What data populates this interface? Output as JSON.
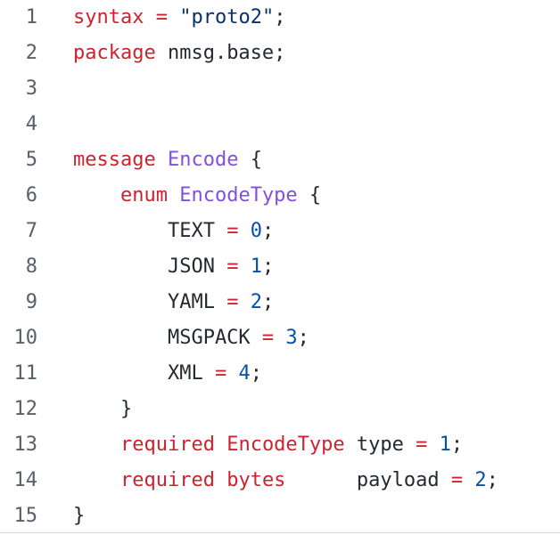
{
  "colors": {
    "background": "#ffffff",
    "line_number": "#57606a",
    "keyword": "#cf222e",
    "type_name": "#8250df",
    "string": "#0a3069",
    "number": "#0550ae",
    "plain": "#24292f"
  },
  "lines": [
    {
      "number": "1",
      "tokens": [
        {
          "text": "syntax",
          "kind": "kw"
        },
        {
          "text": " ",
          "kind": "plain"
        },
        {
          "text": "=",
          "kind": "op"
        },
        {
          "text": " ",
          "kind": "plain"
        },
        {
          "text": "\"proto2\"",
          "kind": "str"
        },
        {
          "text": ";",
          "kind": "plain"
        }
      ]
    },
    {
      "number": "2",
      "tokens": [
        {
          "text": "package",
          "kind": "kw"
        },
        {
          "text": " nmsg.base;",
          "kind": "plain"
        }
      ]
    },
    {
      "number": "3",
      "tokens": []
    },
    {
      "number": "4",
      "tokens": []
    },
    {
      "number": "5",
      "tokens": [
        {
          "text": "message",
          "kind": "kw"
        },
        {
          "text": " ",
          "kind": "plain"
        },
        {
          "text": "Encode",
          "kind": "ty"
        },
        {
          "text": " {",
          "kind": "plain"
        }
      ]
    },
    {
      "number": "6",
      "tokens": [
        {
          "text": "    ",
          "kind": "plain"
        },
        {
          "text": "enum",
          "kind": "kw"
        },
        {
          "text": " ",
          "kind": "plain"
        },
        {
          "text": "EncodeType",
          "kind": "ty"
        },
        {
          "text": " {",
          "kind": "plain"
        }
      ]
    },
    {
      "number": "7",
      "tokens": [
        {
          "text": "        TEXT ",
          "kind": "plain"
        },
        {
          "text": "=",
          "kind": "op"
        },
        {
          "text": " ",
          "kind": "plain"
        },
        {
          "text": "0",
          "kind": "num"
        },
        {
          "text": ";",
          "kind": "plain"
        }
      ]
    },
    {
      "number": "8",
      "tokens": [
        {
          "text": "        JSON ",
          "kind": "plain"
        },
        {
          "text": "=",
          "kind": "op"
        },
        {
          "text": " ",
          "kind": "plain"
        },
        {
          "text": "1",
          "kind": "num"
        },
        {
          "text": ";",
          "kind": "plain"
        }
      ]
    },
    {
      "number": "9",
      "tokens": [
        {
          "text": "        YAML ",
          "kind": "plain"
        },
        {
          "text": "=",
          "kind": "op"
        },
        {
          "text": " ",
          "kind": "plain"
        },
        {
          "text": "2",
          "kind": "num"
        },
        {
          "text": ";",
          "kind": "plain"
        }
      ]
    },
    {
      "number": "10",
      "tokens": [
        {
          "text": "        MSGPACK ",
          "kind": "plain"
        },
        {
          "text": "=",
          "kind": "op"
        },
        {
          "text": " ",
          "kind": "plain"
        },
        {
          "text": "3",
          "kind": "num"
        },
        {
          "text": ";",
          "kind": "plain"
        }
      ]
    },
    {
      "number": "11",
      "tokens": [
        {
          "text": "        XML ",
          "kind": "plain"
        },
        {
          "text": "=",
          "kind": "op"
        },
        {
          "text": " ",
          "kind": "plain"
        },
        {
          "text": "4",
          "kind": "num"
        },
        {
          "text": ";",
          "kind": "plain"
        }
      ]
    },
    {
      "number": "12",
      "tokens": [
        {
          "text": "    }",
          "kind": "plain"
        }
      ]
    },
    {
      "number": "13",
      "tokens": [
        {
          "text": "    ",
          "kind": "plain"
        },
        {
          "text": "required",
          "kind": "kw"
        },
        {
          "text": " ",
          "kind": "plain"
        },
        {
          "text": "EncodeType",
          "kind": "kw"
        },
        {
          "text": " type ",
          "kind": "plain"
        },
        {
          "text": "=",
          "kind": "op"
        },
        {
          "text": " ",
          "kind": "plain"
        },
        {
          "text": "1",
          "kind": "num"
        },
        {
          "text": ";",
          "kind": "plain"
        }
      ]
    },
    {
      "number": "14",
      "tokens": [
        {
          "text": "    ",
          "kind": "plain"
        },
        {
          "text": "required",
          "kind": "kw"
        },
        {
          "text": " ",
          "kind": "plain"
        },
        {
          "text": "bytes",
          "kind": "kw"
        },
        {
          "text": "      payload ",
          "kind": "plain"
        },
        {
          "text": "=",
          "kind": "op"
        },
        {
          "text": " ",
          "kind": "plain"
        },
        {
          "text": "2",
          "kind": "num"
        },
        {
          "text": ";",
          "kind": "plain"
        }
      ]
    },
    {
      "number": "15",
      "tokens": [
        {
          "text": "}",
          "kind": "plain"
        }
      ]
    }
  ]
}
